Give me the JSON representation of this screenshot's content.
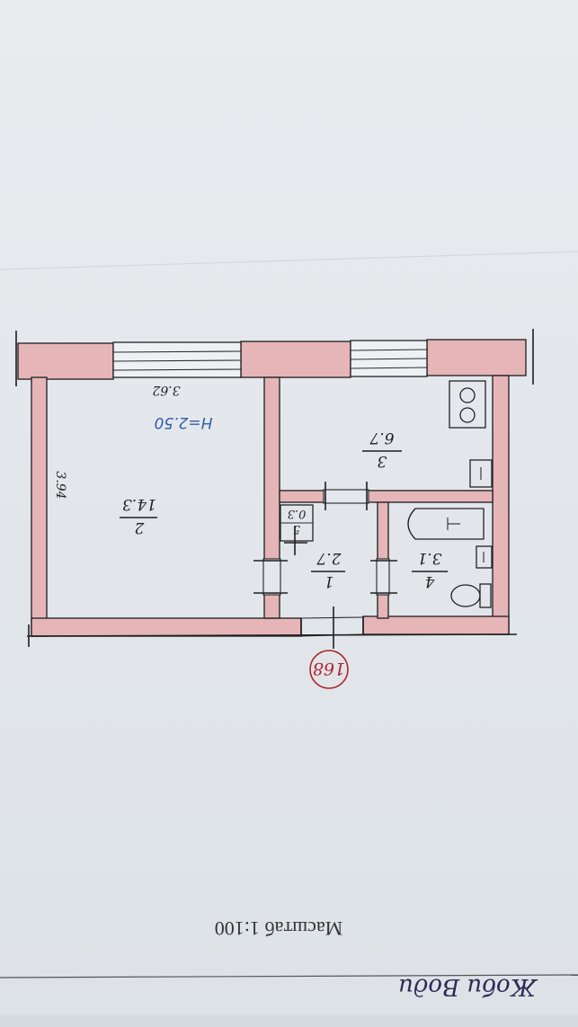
{
  "plan": {
    "scale_label": "Масштаб 1:100",
    "height_label": "H=2.50",
    "dim_width": "3.62",
    "dim_depth": "3.94",
    "stamp_number": "168",
    "rooms": [
      {
        "number": "1",
        "area": "2.7"
      },
      {
        "number": "2",
        "area": "14.3"
      },
      {
        "number": "3",
        "area": "6.7"
      },
      {
        "number": "4",
        "area": "3.1"
      },
      {
        "number": "5",
        "area": "0.3"
      }
    ]
  },
  "signature": {
    "text": "Жоби Води"
  },
  "colors": {
    "wall_fill": "#e6b5b8",
    "ink": "#1e1e1e",
    "blue_ink": "#2f5da8",
    "stamp_red": "#b0232a"
  }
}
